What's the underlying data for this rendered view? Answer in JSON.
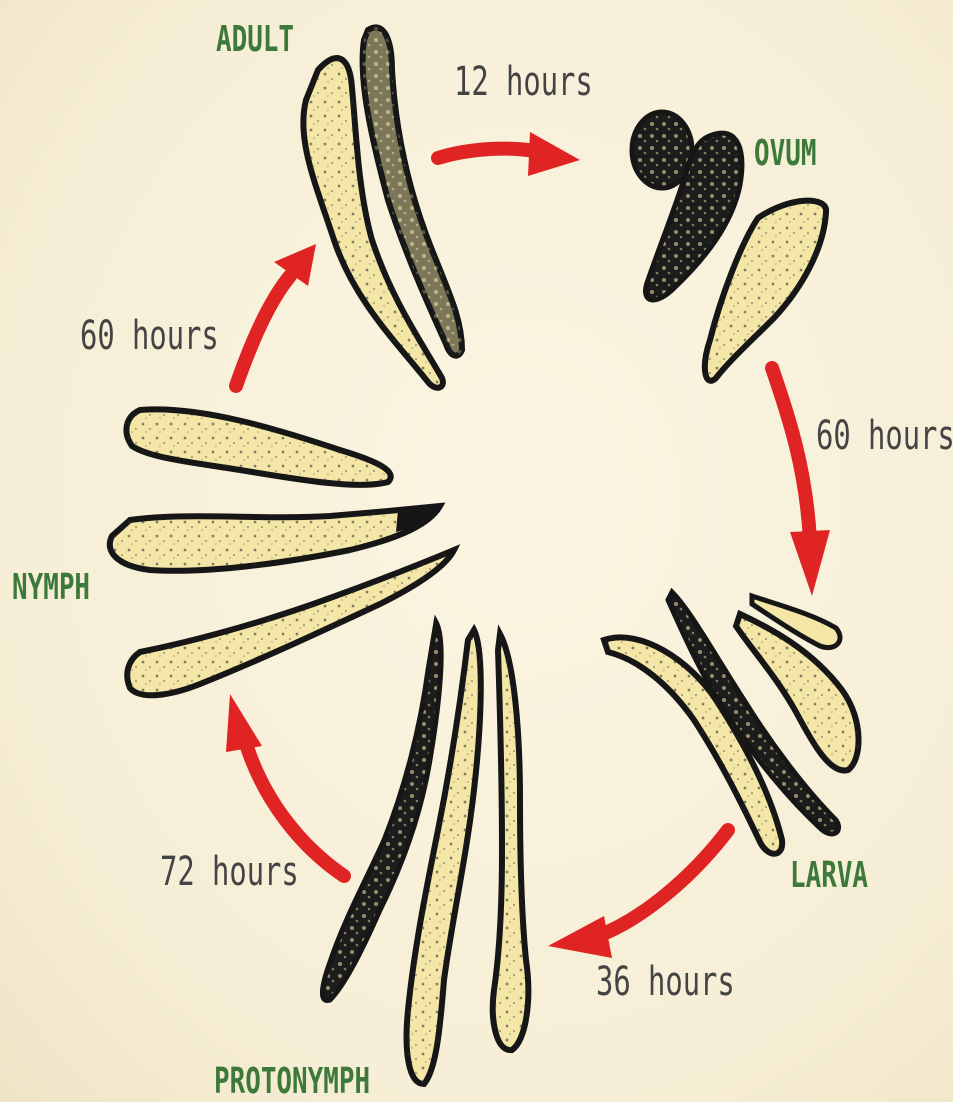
{
  "diagram": {
    "stages": [
      {
        "id": "adult",
        "label": "ADULT"
      },
      {
        "id": "ovum",
        "label": "OVUM"
      },
      {
        "id": "larva",
        "label": "LARVA"
      },
      {
        "id": "protonymph",
        "label": "PROTONYMPH"
      },
      {
        "id": "nymph",
        "label": "NYMPH"
      }
    ],
    "transitions": [
      {
        "from": "adult",
        "to": "ovum",
        "label": "12 hours"
      },
      {
        "from": "ovum",
        "to": "larva",
        "label": "60 hours"
      },
      {
        "from": "larva",
        "to": "protonymph",
        "label": "36 hours"
      },
      {
        "from": "protonymph",
        "to": "nymph",
        "label": "72 hours"
      },
      {
        "from": "nymph",
        "to": "adult",
        "label": "60 hours"
      }
    ]
  },
  "colors": {
    "stage_label": "#3d7a3a",
    "arrow": "#e02424",
    "organism_fill": "#f3e6a6",
    "organism_outline": "#161616",
    "duration_text": "#444444"
  },
  "icons": [
    "mite-adult-icon",
    "mite-egg-icon",
    "mite-larva-icon",
    "mite-protonymph-icon",
    "mite-nymph-icon"
  ]
}
